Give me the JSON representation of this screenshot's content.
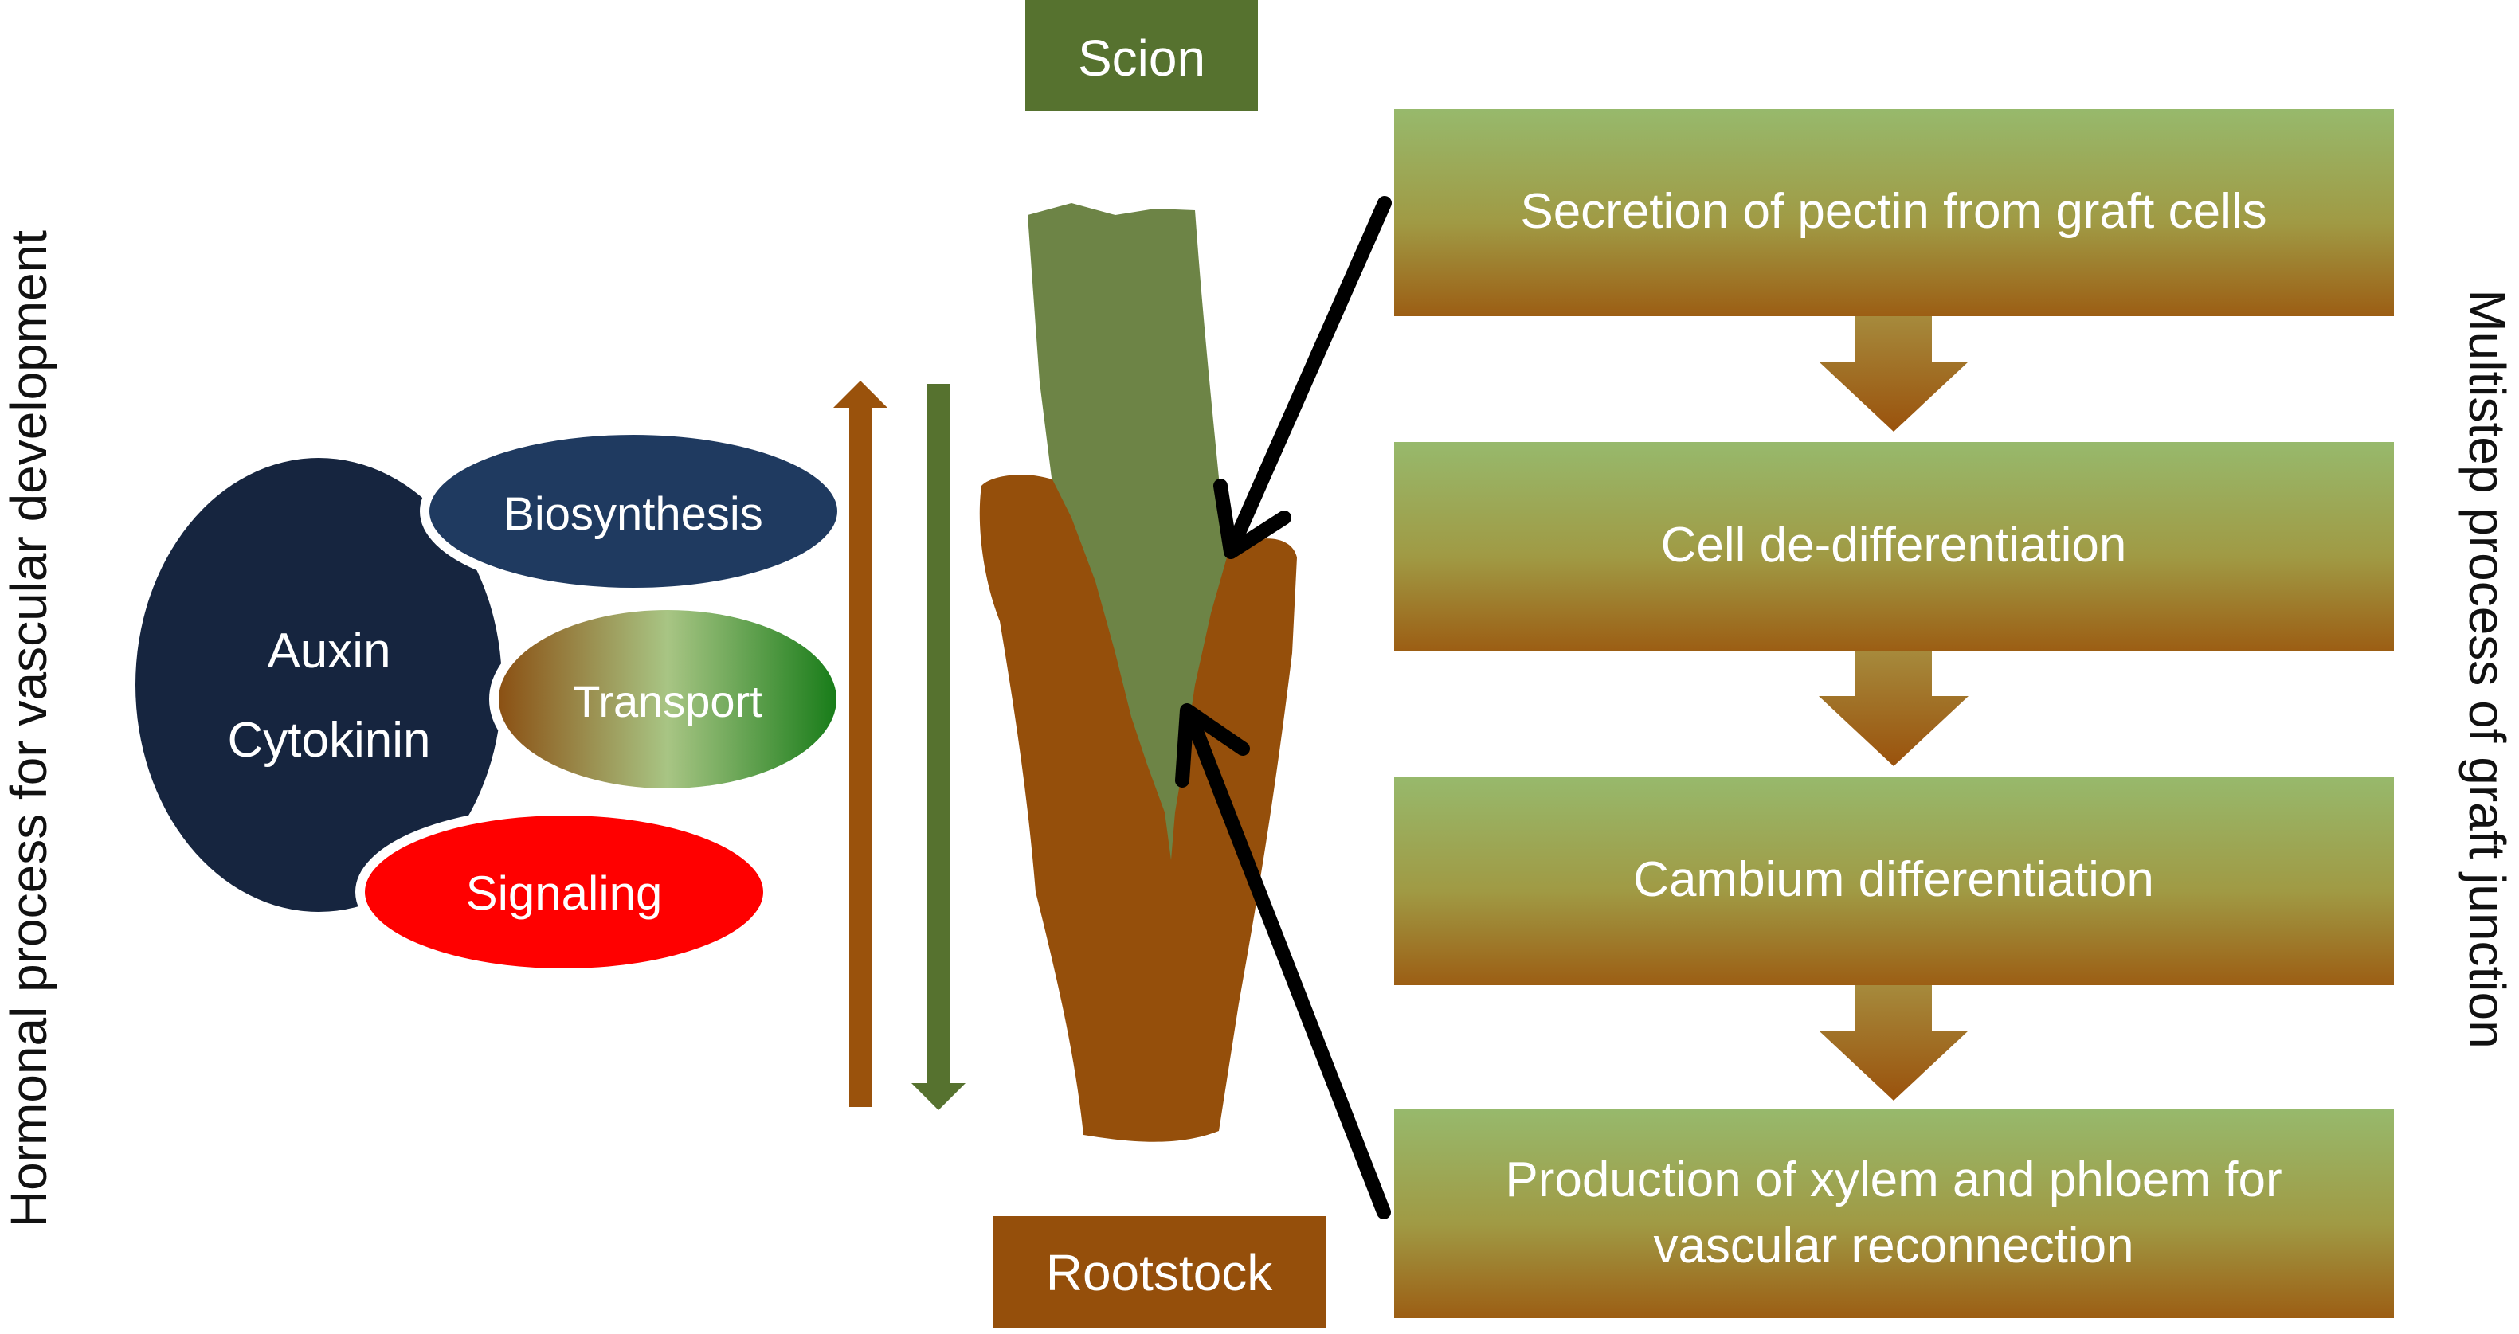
{
  "left_axis_label": "Hormonal process for vascular development",
  "right_axis_label": "Multistep process of graft junction",
  "hormones": {
    "line1": "Auxin",
    "line2": "Cytokinin"
  },
  "processes": {
    "biosynthesis": "Biosynthesis",
    "transport": "Transport",
    "signaling": "Signaling"
  },
  "graft": {
    "scion": "Scion",
    "rootstock": "Rootstock"
  },
  "steps": [
    {
      "lines": [
        "Secretion of pectin from graft cells"
      ]
    },
    {
      "lines": [
        "Cell de-differentiation"
      ]
    },
    {
      "lines": [
        "Cambium differentiation"
      ]
    },
    {
      "lines": [
        "Production of xylem and phloem for",
        "vascular reconnection"
      ]
    }
  ],
  "colors": {
    "navy": "#16253f",
    "blue": "#1f3a60",
    "red": "#ff0000",
    "scion_green": "#56722f",
    "graft_green": "#6d8446",
    "rootstock_brown": "#954f0b",
    "step_top": "#97b96c",
    "step_bottom": "#9c5e14"
  }
}
